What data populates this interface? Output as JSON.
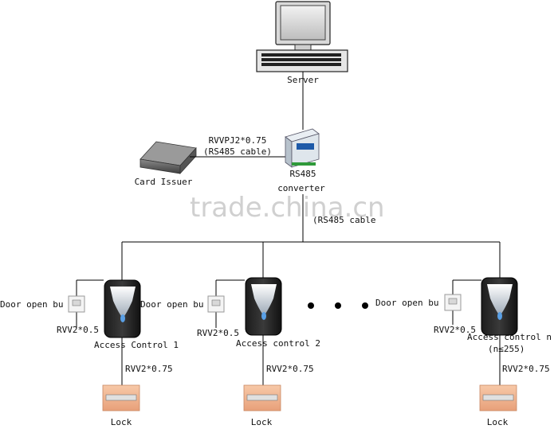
{
  "labels": {
    "server": "Server",
    "card_issuer": "Card Issuer",
    "cable_top_line1": "RVVPJ2*0.75",
    "cable_top_line2": "(RS485 cable)",
    "converter_line1": "RS485",
    "converter_line2": "converter",
    "rs485_cable_partial": "(RS485 cable",
    "watermark": "trade.china.cn",
    "controllers": [
      {
        "name": "Access Control 1",
        "button_label": "Door open bu",
        "short_cable": "RVV2*0.5",
        "lock_cable": "RVV2*0.75",
        "lock": "Lock"
      },
      {
        "name": "Access control 2",
        "button_label": "Door open bu",
        "short_cable": "RVV2*0.5",
        "lock_cable": "RVV2*0.75",
        "lock": "Lock"
      },
      {
        "name": "Access control n",
        "name_line2": "(n≤255)",
        "button_label": "Door open bu",
        "short_cable": "RVV2*0.5",
        "lock_cable": "RVV2*0.75",
        "lock": "Lock"
      }
    ]
  },
  "icons": {
    "server": "server-computer-icon",
    "card_issuer": "card-issuer-device-icon",
    "converter": "rs485-converter-icon",
    "reader": "card-reader-icon",
    "exit_button": "exit-button-icon",
    "lock": "magnetic-lock-icon"
  }
}
